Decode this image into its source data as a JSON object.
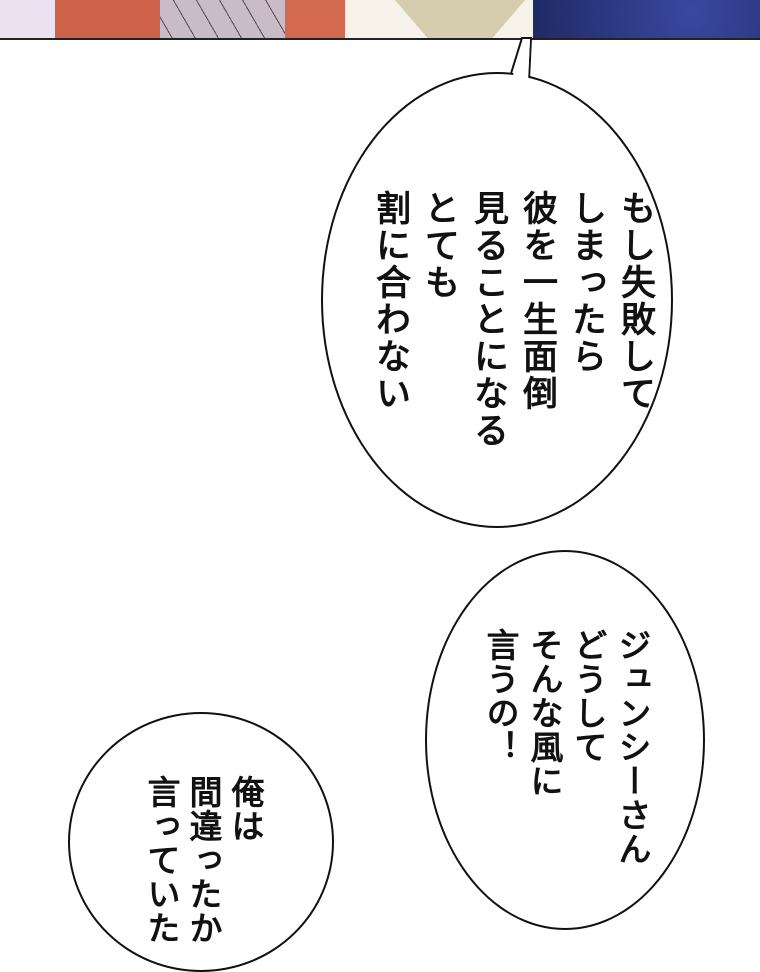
{
  "panel": {
    "colors": {
      "sleeve": "#f0e6f5",
      "robe": "#d2664e",
      "pattern": "#c7b8c5",
      "skin": "#d6cdaf",
      "navy": "#25306e"
    }
  },
  "bubbles": [
    {
      "lines": "もし失敗して\nしまったら\n彼を一生面倒\n見ることになる\nとても\n割に合わない"
    },
    {
      "lines": "ジュンシーさん\nどうして\nそんな風に\n言うの！"
    },
    {
      "lines": "俺は\n間違ったか\n言っていた"
    }
  ]
}
